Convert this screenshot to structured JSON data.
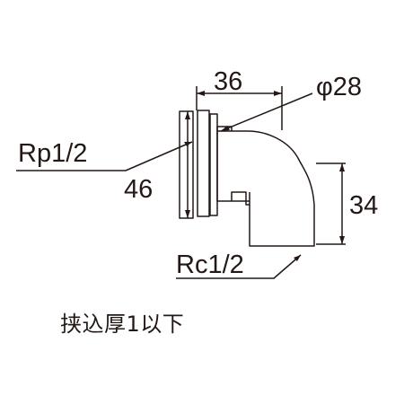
{
  "dimensions": {
    "width_label": "36",
    "diameter_label": "φ28",
    "height_label": "46",
    "drop_label": "34"
  },
  "threads": {
    "inlet_label": "Rp1/2",
    "outlet_label": "Rc1/2"
  },
  "note": "挟込厚1以下",
  "colors": {
    "line": "#231815",
    "background": "#ffffff"
  }
}
